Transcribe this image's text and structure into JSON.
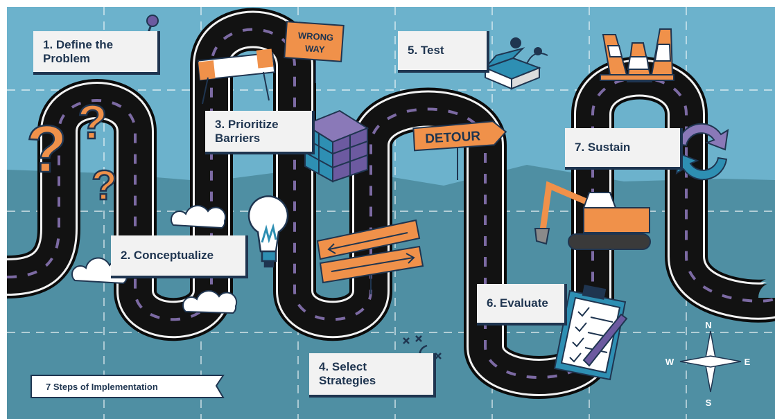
{
  "title": "7 Steps of Implementation",
  "steps": [
    {
      "label": "1. Define the\nProblem"
    },
    {
      "label": "2. Conceptualize"
    },
    {
      "label": "3. Prioritize\nBarriers"
    },
    {
      "label": "4. Select\nStrategies"
    },
    {
      "label": "5. Test"
    },
    {
      "label": "6. Evaluate"
    },
    {
      "label": "7. Sustain"
    }
  ],
  "signs": {
    "wrong_way": "WRONG\nWAY",
    "detour": "DETOUR"
  },
  "compass": {
    "n": "N",
    "e": "E",
    "s": "S",
    "w": "W"
  },
  "colors": {
    "sky": "#6cb2cc",
    "ground": "#4f8fa3",
    "road": "#121212",
    "lane": "#7c6aa3",
    "orange": "#f0914a",
    "navy": "#1f3550",
    "label_bg": "#f2f2f2",
    "purple": "#6c5aa0",
    "teal": "#2e8fb3"
  }
}
